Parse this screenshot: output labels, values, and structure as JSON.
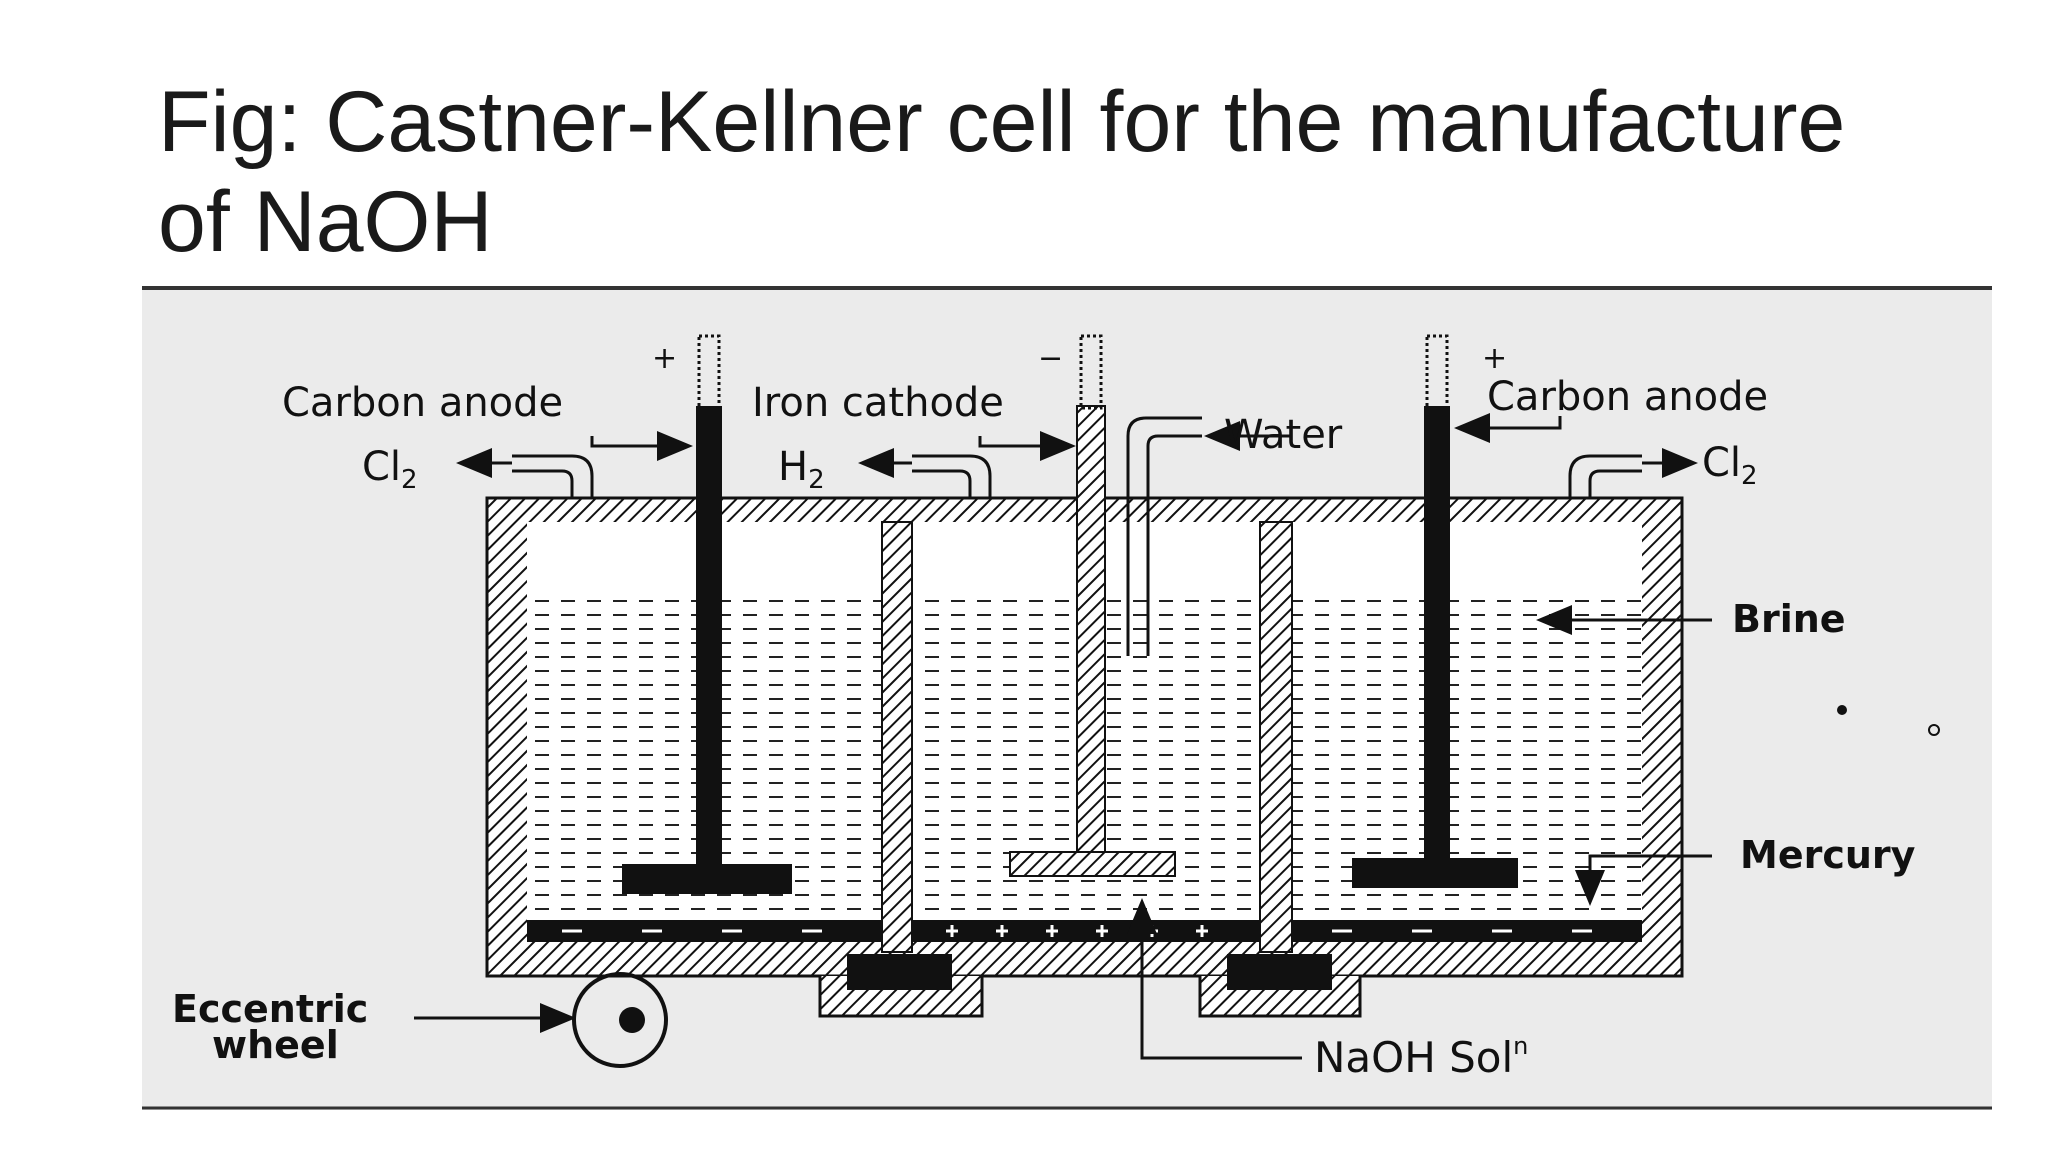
{
  "slide": {
    "title_line1": "Fig: Castner-Kellner cell for the manufacture",
    "title_line2": "of NaOH"
  },
  "diagram": {
    "labels": {
      "anode_left": "Carbon anode",
      "anode_right": "Carbon anode",
      "cathode": "Iron cathode",
      "water": "Water",
      "brine": "Brine",
      "mercury": "Mercury",
      "cl2": "Cl",
      "h2": "H",
      "subscript_2": "2",
      "naoh": "NaOH Sol",
      "naoh_sup": "n",
      "eccentric_line1": "Eccentric",
      "eccentric_line2": "wheel",
      "plus": "+",
      "minus": "−"
    },
    "colors": {
      "paper": "#ebebeb",
      "ink": "#111111",
      "liquid_bg": "#ffffff"
    }
  }
}
